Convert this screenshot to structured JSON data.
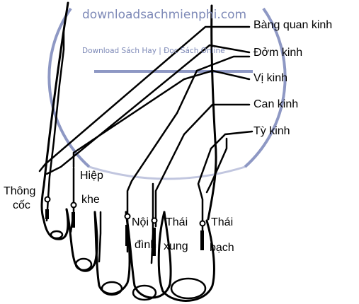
{
  "colors": {
    "ink": "#000000",
    "watermark": "#7d89b7",
    "watermark_line": "#8e98c4"
  },
  "watermark": {
    "site": "downloadsachmienphi.com",
    "tagline": "Download Sách Hay | Đọc Sách Online"
  },
  "meridians": [
    {
      "label": "Bàng quan kinh"
    },
    {
      "label": "Đởm kinh"
    },
    {
      "label": "Vị kinh"
    },
    {
      "label": "Can kinh"
    },
    {
      "label": "Tỳ kinh"
    }
  ],
  "points": [
    {
      "label_line1": "Thông",
      "label_line2": "cốc"
    },
    {
      "label_line1": "Hiệp",
      "label_line2": "khe"
    },
    {
      "label_line1": "Nội",
      "label_line2": "đình"
    },
    {
      "label_line1": "Thái",
      "label_line2": "xung"
    },
    {
      "label_line1": "Thái",
      "label_line2": "bạch"
    }
  ]
}
